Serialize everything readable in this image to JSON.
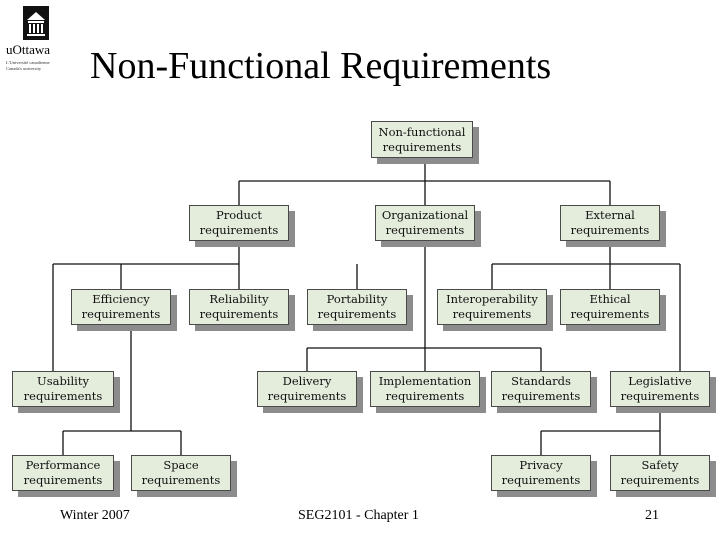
{
  "logo": {
    "name": "uOttawa",
    "subline1": "L'Université canadienne",
    "subline2": "Canada's university"
  },
  "title": "Non-Functional Requirements",
  "nodes": {
    "nonfunctional": {
      "line1": "Non-functional",
      "line2": "requirements"
    },
    "product": {
      "line1": "Product",
      "line2": "requirements"
    },
    "organizational": {
      "line1": "Organizational",
      "line2": "requirements"
    },
    "external": {
      "line1": "External",
      "line2": "requirements"
    },
    "efficiency": {
      "line1": "Efficiency",
      "line2": "requirements"
    },
    "reliability": {
      "line1": "Reliability",
      "line2": "requirements"
    },
    "portability": {
      "line1": "Portability",
      "line2": "requirements"
    },
    "interoperability": {
      "line1": "Interoperability",
      "line2": "requirements"
    },
    "ethical": {
      "line1": "Ethical",
      "line2": "requirements"
    },
    "usability": {
      "line1": "Usability",
      "line2": "requirements"
    },
    "delivery": {
      "line1": "Delivery",
      "line2": "requirements"
    },
    "implementation": {
      "line1": "Implementation",
      "line2": "requirements"
    },
    "standards": {
      "line1": "Standards",
      "line2": "requirements"
    },
    "legislative": {
      "line1": "Legislative",
      "line2": "requirements"
    },
    "performance": {
      "line1": "Performance",
      "line2": "requirements"
    },
    "space": {
      "line1": "Space",
      "line2": "requirements"
    },
    "privacy": {
      "line1": "Privacy",
      "line2": "requirements"
    },
    "safety": {
      "line1": "Safety",
      "line2": "requirements"
    }
  },
  "footer": {
    "left": "Winter 2007",
    "center": "SEG2101 - Chapter 1",
    "right": "21"
  }
}
